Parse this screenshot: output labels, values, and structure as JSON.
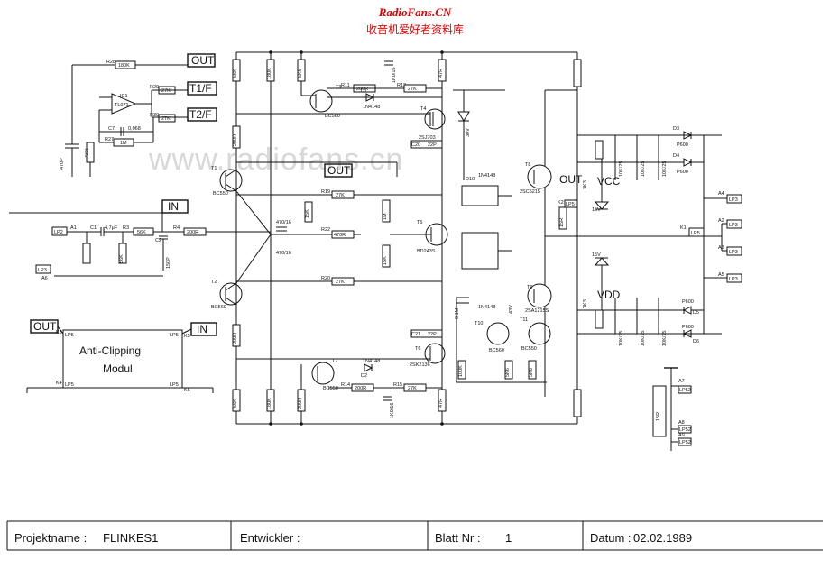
{
  "header": {
    "site": "RadioFans.CN",
    "subtitle": "收音机爱好者资料库",
    "watermark": "www.radiofans.cn"
  },
  "title_block": {
    "project_label": "Projektname :",
    "project_value": "FLINKES1",
    "developer_label": "Entwickler :",
    "developer_value": "",
    "sheet_label": "Blatt Nr :",
    "sheet_value": "1",
    "date_label": "Datum :",
    "date_value": "02.02.1989"
  },
  "boxes": {
    "out_top": "OUT",
    "t1f": "T1/F",
    "t2f": "T2/F",
    "out_mid": "OUT",
    "in_left": "IN",
    "out_bottom_left": "OUT",
    "in_bottom_left": "IN",
    "anti_clip_line1": "Anti-Clipping",
    "anti_clip_line2": "Modul"
  },
  "rail_labels": {
    "out": "OUT",
    "vcc": "VCC",
    "vdd": "VDD"
  },
  "transistors": {
    "t1": "T1",
    "t1_type": "BC550",
    "t2": "T2",
    "t2_type": "BC560",
    "t3": "T3",
    "t3_type": "BC560",
    "t4": "T4",
    "t4_type": "2SJ703",
    "t5": "T5",
    "t5_type": "BD243S",
    "t6": "T6",
    "t6_type": "2SK2136",
    "t7": "T7",
    "t7_type": "BC550",
    "t8": "T8",
    "t8_type": "2SC5215",
    "t9": "T9",
    "t9_type": "2SA1215S",
    "t10": "T10",
    "t10_type": "BC560",
    "t11": "T11",
    "t11_type": "BC550"
  },
  "ic": {
    "ref": "IC1",
    "type": "TL071"
  },
  "resistors": {
    "r28": "R28",
    "r28v": "180K",
    "r29": "R29",
    "r29v": "27K",
    "r30": "R30",
    "r30v": "27K",
    "r27": "R27",
    "r27v": "1M",
    "r26v": "56K",
    "r3": "R3",
    "r3v": "56K",
    "r4": "R4",
    "r4v": "200R",
    "r11": "R11",
    "r11v": "200R",
    "r12": "R12",
    "r12v": "27K",
    "r19": "R19",
    "r19v": "27K",
    "r22": "R22",
    "r22v": "470R",
    "r20": "R20",
    "r20v": "27K",
    "r14": "R14",
    "r14v": "200R",
    "r15": "R15",
    "r15v": "27K",
    "r21v": "15K",
    "r38": "R38",
    "r38v": "15R",
    "r10v": "5K6",
    "r23v": "1M",
    "r24v": "100K",
    "r35v": "5K6",
    "r37v": "5K6",
    "r6v": "56K",
    "r8v": "56K",
    "r9v": "180K",
    "r13v": "47R",
    "r16v": "47R",
    "r7v": "200R",
    "r33v": "3K3",
    "r32v": "3K3",
    "r17v": "200R",
    "r5v": "200R",
    "r25v": "15K",
    "rk1v": "15R"
  },
  "capacitors": {
    "c1": "C1",
    "c1v": "4,7µF",
    "c2": "C2",
    "c2v": "150P",
    "c7": "C7",
    "c7v": "0,068",
    "c3v": "1K0/16",
    "c4v": "1K0/16",
    "c5v": "470/16",
    "c20": "C20",
    "c20v": "22P",
    "c21": "C21",
    "c21v": "22P",
    "c18v": "3K3",
    "c19v": "0,1M",
    "c15v": "3K3",
    "c10v": "10K/25",
    "c11v": "10K/25",
    "c12v": "10K/25",
    "c13v": "10K/25",
    "c14v": "10K/25",
    "c9v": "470P"
  },
  "diodes": {
    "d1": "D1",
    "d1v": "1N4148",
    "d2": "D2",
    "d2v": "1N4148",
    "d10": "D10",
    "d10v": "1N4148",
    "d11": "D11",
    "d11v": "1N4148",
    "d12v": "30V",
    "d3": "D3",
    "d3v": "P600",
    "d4": "D4",
    "d4v": "P600",
    "d5": "D5",
    "d5v": "P600",
    "d6": "D6",
    "d6v": "P600",
    "d8v": "15V",
    "d7v": "15V",
    "d13v": "43V"
  },
  "connectors": {
    "a1": "A1",
    "lp2": "LP2",
    "lp3": "LP3",
    "a6": "A6",
    "a4": "A4",
    "lp4": "LP3",
    "a2": "A2",
    "lp5": "LP3",
    "a3": "A3",
    "lp6": "LP3",
    "a5": "A5",
    "lp7": "LP3",
    "k1": "K1",
    "lp8": "LP5",
    "k2": "K2",
    "lp9": "LP5",
    "k3": "K3",
    "k4": "K4",
    "k5": "K5",
    "k6": "K6",
    "a7": "A7",
    "a8": "A8",
    "a9": "A9",
    "lps": "LP5",
    "lps2": "LP52",
    "fuse": "15R"
  }
}
